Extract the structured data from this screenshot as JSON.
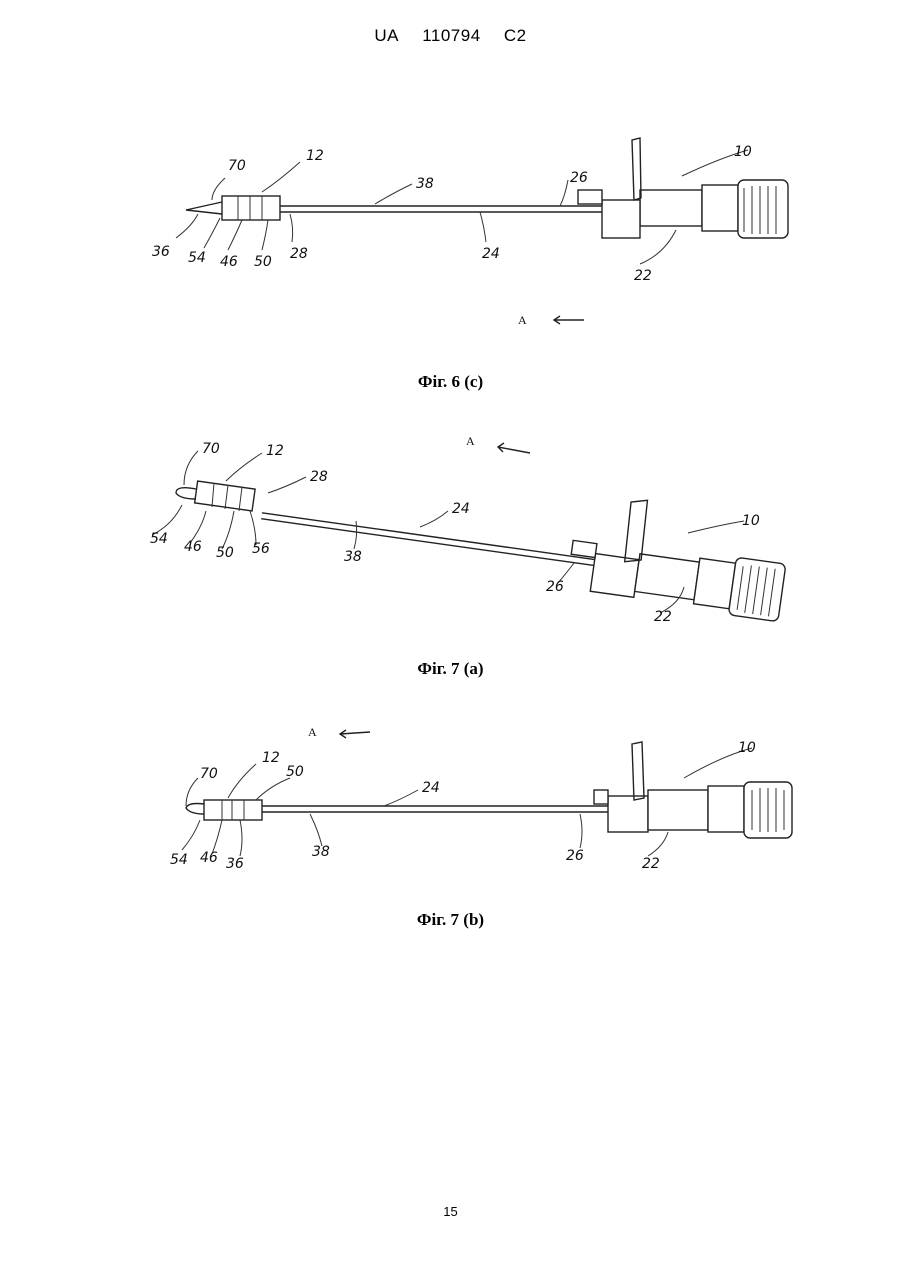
{
  "header": {
    "country": "UA",
    "number": "110794",
    "kind": "C2"
  },
  "page_number": "15",
  "figures": [
    {
      "caption": "Фіг. 6 (c)",
      "direction": "A",
      "labels": [
        "70",
        "12",
        "38",
        "26",
        "10",
        "36",
        "54",
        "46",
        "50",
        "28",
        "24",
        "22"
      ]
    },
    {
      "caption": "Фіг. 7 (a)",
      "direction": "A",
      "labels": [
        "70",
        "12",
        "28",
        "24",
        "10",
        "54",
        "46",
        "50",
        "56",
        "38",
        "26",
        "22"
      ]
    },
    {
      "caption": "Фіг. 7 (b)",
      "direction": "A",
      "labels": [
        "70",
        "12",
        "50",
        "24",
        "10",
        "54",
        "46",
        "36",
        "38",
        "26",
        "22"
      ]
    }
  ]
}
